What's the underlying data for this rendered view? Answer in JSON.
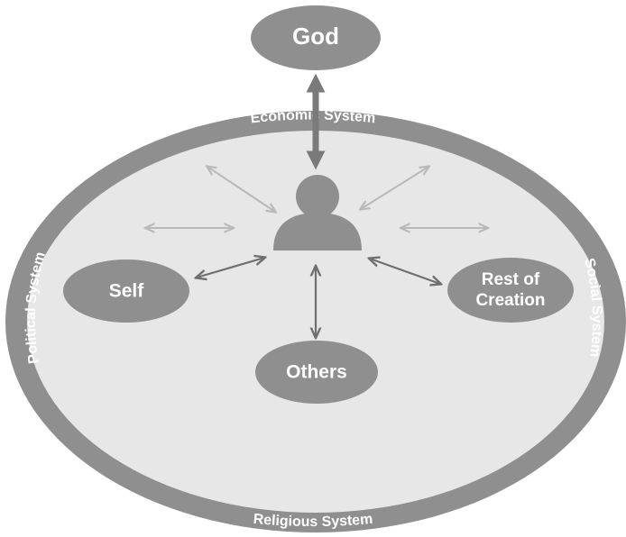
{
  "colors": {
    "outer_ring": "#8f8f8f",
    "inner_fill": "#e7e7e7",
    "node_fill": "#8f8f8f",
    "god_arrow": "#7a7a7a",
    "dark_arrow": "#6f6f6f",
    "light_arrow": "#b9b9b9",
    "label_text": "#ffffff"
  },
  "nodes": {
    "god": "God",
    "self": "Self",
    "others": "Others",
    "rest_line1": "Rest of",
    "rest_line2": "Creation"
  },
  "ring_labels": {
    "top": "Economic System",
    "bottom": "Religious System",
    "left": "Political System",
    "right": "Social System"
  },
  "center_icon": "person-icon"
}
